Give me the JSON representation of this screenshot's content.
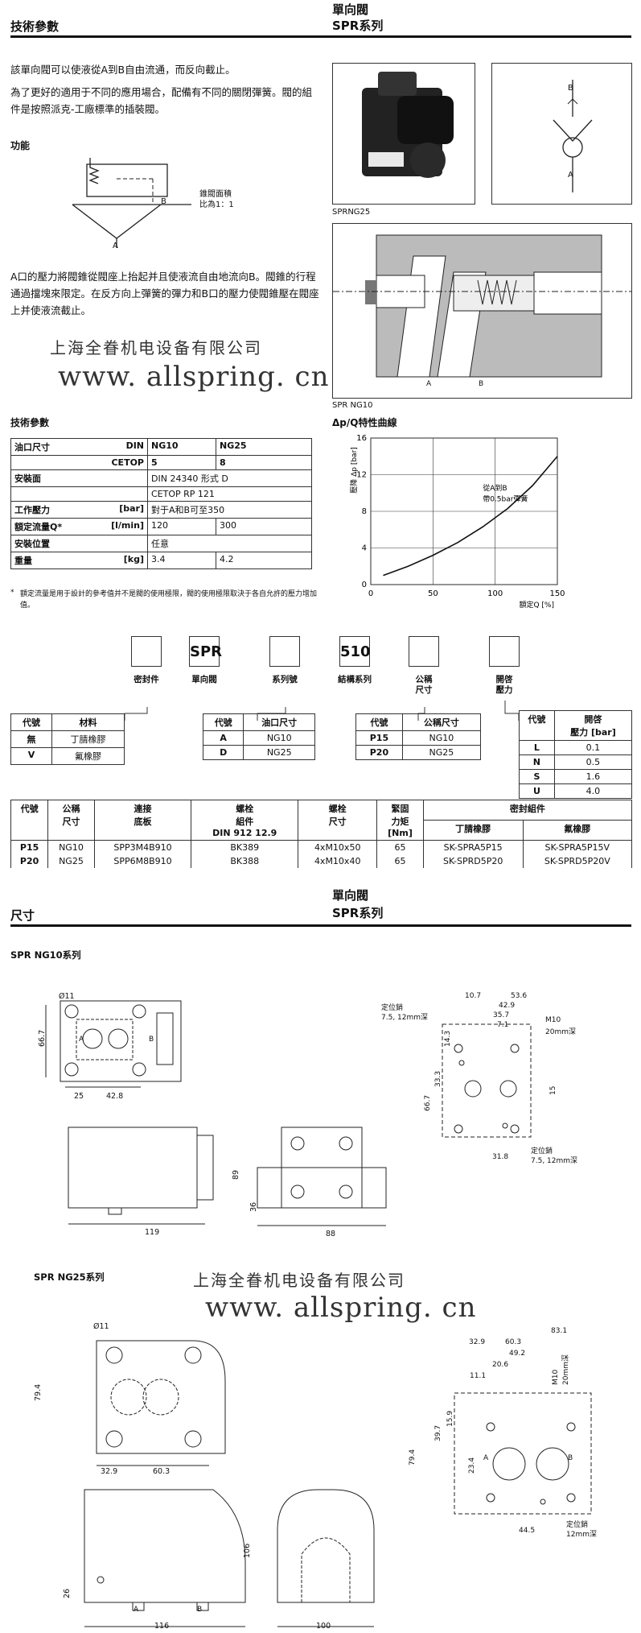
{
  "page1": {
    "header_left": "技術參數",
    "header_right_line1": "單向閥",
    "header_right_line2": "SPR系列",
    "intro_p1": "該單向閥可以使液從A到B自由流通，而反向截止。",
    "intro_p2": "為了更好的適用于不同的應用場合，配備有不同的關閉彈簧。閥的組件是按照派克-工廠標準的插裝閥。",
    "function_title": "功能",
    "ratio_note_line1": "錐閥面積",
    "ratio_note_line2": "比為1：1",
    "port_a": "A",
    "port_b": "B",
    "function_desc": "A口的壓力將閥錐從閥座上抬起并且使液流自由地流向B。閥錐的行程通過擋塊來限定。在反方向上彈簧的彈力和B口的壓力使閥錐壓在閥座上并使液流截止。",
    "photo_caption": "SPRNG25",
    "section_caption": "SPR NG10",
    "watermark_cn": "上海全眷机电设备有限公司",
    "watermark_url": "www. allspring. cn"
  },
  "spec": {
    "title": "技術參數",
    "rows": [
      {
        "label": "油口尺寸",
        "unit": "DIN",
        "v1": "NG10",
        "v2": "NG25",
        "bold": true
      },
      {
        "label": "",
        "unit": "CETOP",
        "v1": "5",
        "v2": "8",
        "bold": true
      },
      {
        "label": "安裝面",
        "unit": "",
        "v1": "DIN 24340 形式 D",
        "v2": ""
      },
      {
        "label": "",
        "unit": "",
        "v1": "CETOP RP 121",
        "v2": ""
      },
      {
        "label": "工作壓力",
        "unit": "[bar]",
        "v1": "對于A和B可至350",
        "v2": ""
      },
      {
        "label": "額定流量Q*",
        "unit": "[l/min]",
        "v1": "120",
        "v2": "300"
      },
      {
        "label": "安裝位置",
        "unit": "",
        "v1": "任意",
        "v2": ""
      },
      {
        "label": "重量",
        "unit": "[kg]",
        "v1": "3.4",
        "v2": "4.2"
      }
    ],
    "footnote_mark": "*",
    "footnote": "額定流量是用于設計的參考值并不是閥的使用極限，閥的使用極限取決于各自允許的壓力增加值。"
  },
  "chart_data": {
    "type": "line",
    "title": "Δp/Q特性曲線",
    "ylabel": "壓降 Δp [bar]",
    "xlabel": "額定Q [%]",
    "xlim": [
      0,
      150
    ],
    "ylim": [
      0,
      16
    ],
    "xticks": [
      0,
      50,
      100,
      150
    ],
    "yticks": [
      0,
      4,
      8,
      12,
      16
    ],
    "annotation_line1": "從A到B",
    "annotation_line2": "帶0.5bar彈簧",
    "series": [
      {
        "x": [
          10,
          30,
          50,
          70,
          90,
          110,
          130,
          150
        ],
        "y": [
          1.0,
          2.0,
          3.2,
          4.6,
          6.3,
          8.3,
          10.8,
          14.0
        ]
      }
    ]
  },
  "ordering": {
    "codes": [
      "",
      "SPR",
      "",
      "510",
      "",
      ""
    ],
    "labels": [
      "密封件",
      "單向閥",
      "系列號",
      "結構系列",
      "公稱\n尺寸",
      "開啓\n壓力"
    ],
    "seal_table": {
      "headers": [
        "代號",
        "材料"
      ],
      "rows": [
        [
          "無",
          "丁腈橡膠"
        ],
        [
          "V",
          "氟橡膠"
        ]
      ]
    },
    "port_table": {
      "headers": [
        "代號",
        "油口尺寸"
      ],
      "rows": [
        [
          "A",
          "NG10"
        ],
        [
          "D",
          "NG25"
        ]
      ]
    },
    "size_table": {
      "headers": [
        "代號",
        "公稱尺寸"
      ],
      "rows": [
        [
          "P15",
          "NG10"
        ],
        [
          "P20",
          "NG25"
        ]
      ]
    },
    "pressure_table": {
      "headers": [
        "代號",
        "開啓\n壓力 [bar]"
      ],
      "rows": [
        [
          "L",
          "0.1"
        ],
        [
          "N",
          "0.5"
        ],
        [
          "S",
          "1.6"
        ],
        [
          "U",
          "4.0"
        ]
      ]
    }
  },
  "parts_table": {
    "headers": [
      "代號",
      "公稱\n尺寸",
      "連接\n底板",
      "螺栓\n組件\nDIN 912 12.9",
      "螺栓\n尺寸",
      "緊固\n力矩\n[Nm]",
      "密封組件"
    ],
    "seal_sub": [
      "丁腈橡膠",
      "氟橡膠"
    ],
    "rows": [
      [
        "P15",
        "NG10",
        "SPP3M4B910",
        "BK389",
        "4xM10x50",
        "65",
        "SK-SPRA5P15",
        "SK-SPRA5P15V"
      ],
      [
        "P20",
        "NG25",
        "SPP6M8B910",
        "BK388",
        "4xM10x40",
        "65",
        "SK-SPRD5P20",
        "SK-SPRD5P20V"
      ]
    ]
  },
  "page2": {
    "header_left": "尺寸",
    "header_right_line1": "單向閥",
    "header_right_line2": "SPR系列",
    "ng10_title": "SPR NG10系列",
    "ng25_title": "SPR NG25系列",
    "ng10_dims": {
      "d11": "Ø11",
      "h667": "66.7",
      "w25": "25",
      "w428": "42.8",
      "h89": "89",
      "h36": "36",
      "w119": "119",
      "w88": "88",
      "pin_label_line1": "定位銷",
      "pin_label_line2": "7.5, 12mm深",
      "d107": "10.7",
      "d536": "53.6",
      "d429": "42.9",
      "d357": "35.7",
      "d71": "7.1",
      "m10_line1": "M10",
      "m10_line2": "20mm深",
      "d143": "14.3",
      "d333": "33.3",
      "d667b": "66.7",
      "d15": "15",
      "d318": "31.8",
      "pin2_line1": "定位銷",
      "pin2_line2": "7.5, 12mm深"
    },
    "ng25_dims": {
      "d11": "Ø11",
      "h794": "79.4",
      "w329": "32.9",
      "w603": "60.3",
      "h106": "106",
      "h26": "26",
      "w116": "116",
      "w100": "100",
      "d831": "83.1",
      "d329b": "32.9",
      "d603b": "60.3",
      "d492": "49.2",
      "d206": "20.6",
      "d111": "11.1",
      "m10": "M10\n20mm深",
      "d397": "39.7",
      "d159": "15.9",
      "d794b": "79.4",
      "d234": "23.4",
      "d445": "44.5",
      "pin_line1": "定位銷",
      "pin_line2": "12mm深"
    }
  }
}
